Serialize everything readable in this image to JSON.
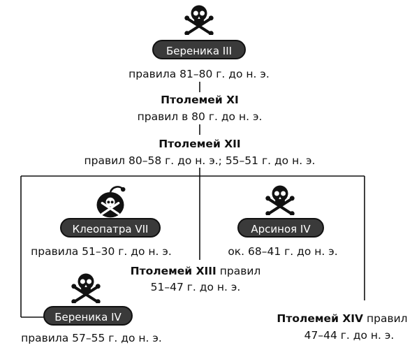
{
  "nodes": {
    "berenice3": {
      "name": "Береника III",
      "reign": "правила 81–80 г. до н. э."
    },
    "ptolemy11": {
      "name": "Птолемей XI",
      "reign": "правил в 80 г. до н. э."
    },
    "ptolemy12": {
      "name": "Птолемей XII",
      "reign": "правил 80–58 г. до н. э.; 55–51 г. до н. э."
    },
    "cleopatra7": {
      "name": "Клеопатра VII",
      "reign": "правила 51–30 г. до н. э."
    },
    "arsinoe4": {
      "name": "Арсиноя IV",
      "reign": "ок. 68–41 г. до н. э."
    },
    "ptolemy13": {
      "name": "Птолемей XIII",
      "reign_suffix": " правил",
      "reign": "51–47 г. до н. э."
    },
    "berenice4": {
      "name": "Береника IV",
      "reign": "правила 57–55 г. до н. э."
    },
    "ptolemy14": {
      "name": "Птолемей XIV",
      "reign_suffix": " правил",
      "reign": "47–44 г. до н. э."
    }
  },
  "icons": {
    "skull": "skull-and-crossbones-icon",
    "asp": "snake-asp-icon"
  },
  "colors": {
    "pill_fill": "#3a3a3a",
    "pill_text": "#ffffff",
    "line": "#111111"
  }
}
